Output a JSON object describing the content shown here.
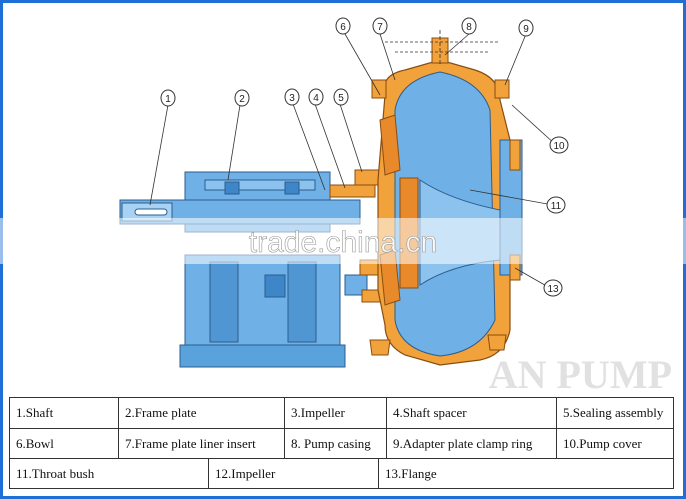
{
  "callouts": [
    "1",
    "2",
    "3",
    "4",
    "5",
    "6",
    "7",
    "8",
    "9",
    "10",
    "11",
    "13"
  ],
  "watermark": "trade.china.cn",
  "brand_watermark": "AN PUMP",
  "legend": {
    "row1": [
      "1.Shaft",
      "2.Frame plate",
      "3.Impeller",
      "4.Shaft spacer",
      "5.Sealing assembly"
    ],
    "row2": [
      "6.Bowl",
      "7.Frame plate liner insert",
      "8. Pump casing",
      "9.Adapter plate clamp ring",
      "10.Pump cover"
    ],
    "row3": [
      "11.Throat bush",
      "12.Impeller",
      "13.Flange"
    ]
  },
  "colors": {
    "frame_border": "#1e6fd6",
    "body_blue": "#6fb1e6",
    "dark_blue": "#3f86c9",
    "orange": "#f2a23a",
    "casing_orange": "#e8892a"
  }
}
